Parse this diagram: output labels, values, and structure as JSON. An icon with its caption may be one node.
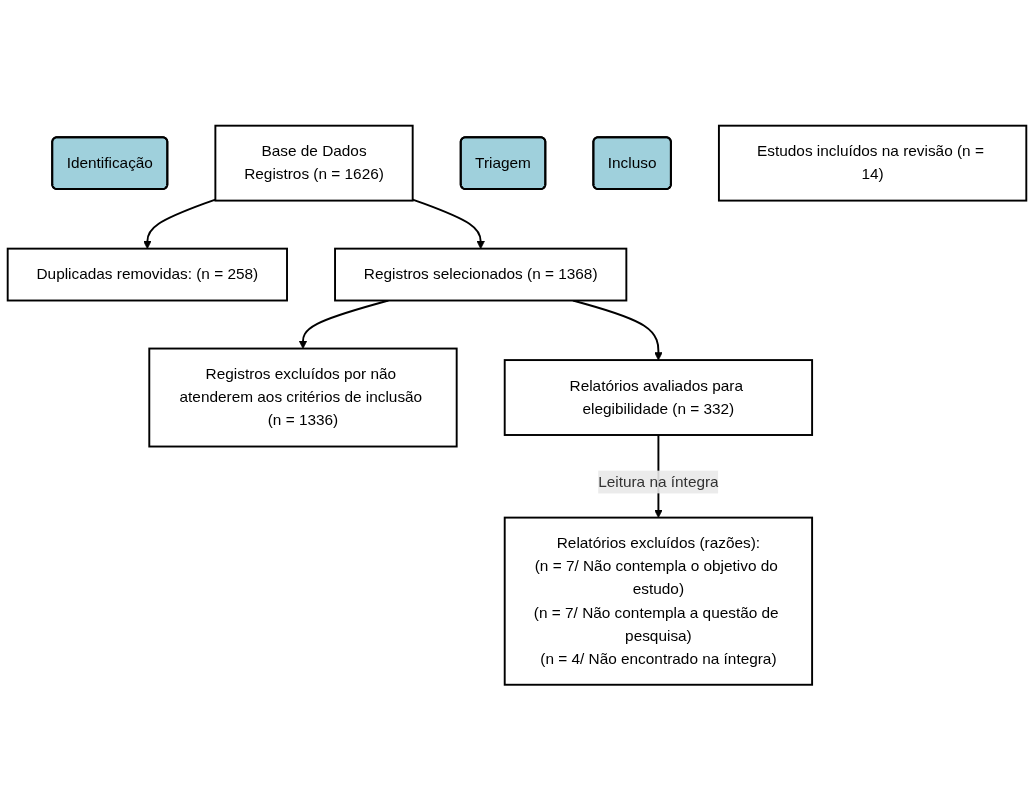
{
  "diagram": {
    "nodes": [
      {
        "text": [
          "Identificação"
        ]
      },
      {
        "text": [
          "Base de Dados",
          "Registros (n = 1626)"
        ]
      },
      {
        "text": [
          "Duplicadas removidas: (n = 258)"
        ]
      },
      {
        "text": [
          "Triagem"
        ]
      },
      {
        "text": [
          "Registros selecionados (n = 1368)"
        ]
      },
      {
        "text": [
          "Registros excluídos por não atenderem aos critérios de inclusão (n = 1336)"
        ]
      },
      {
        "text": [
          "Relatórios avaliados para elegibilidade (n = 332)"
        ]
      },
      {
        "text": [
          "Relatórios excluídos (razões):",
          "(n = 7/ Não contempla o objetivo do estudo)",
          "(n = 7/ Não contempla a questão de pesquisa)",
          "(n = 4/ Não encontrado na íntegra)"
        ]
      },
      {
        "text": [
          "Incluso"
        ]
      },
      {
        "text": [
          "Estudos incluídos na revisão (n = 14)"
        ]
      }
    ],
    "edges": [
      {
        "from": 1,
        "to": 2,
        "arrow": "to"
      },
      {
        "from": 1,
        "to": 4,
        "arrow": "to"
      },
      {
        "from": 4,
        "to": 5,
        "arrow": "to"
      },
      {
        "from": 4,
        "to": 6,
        "arrow": "to"
      },
      {
        "from": 6,
        "to": 7,
        "arrow": "to",
        "label": "Leitura na íntegra"
      }
    ]
  }
}
